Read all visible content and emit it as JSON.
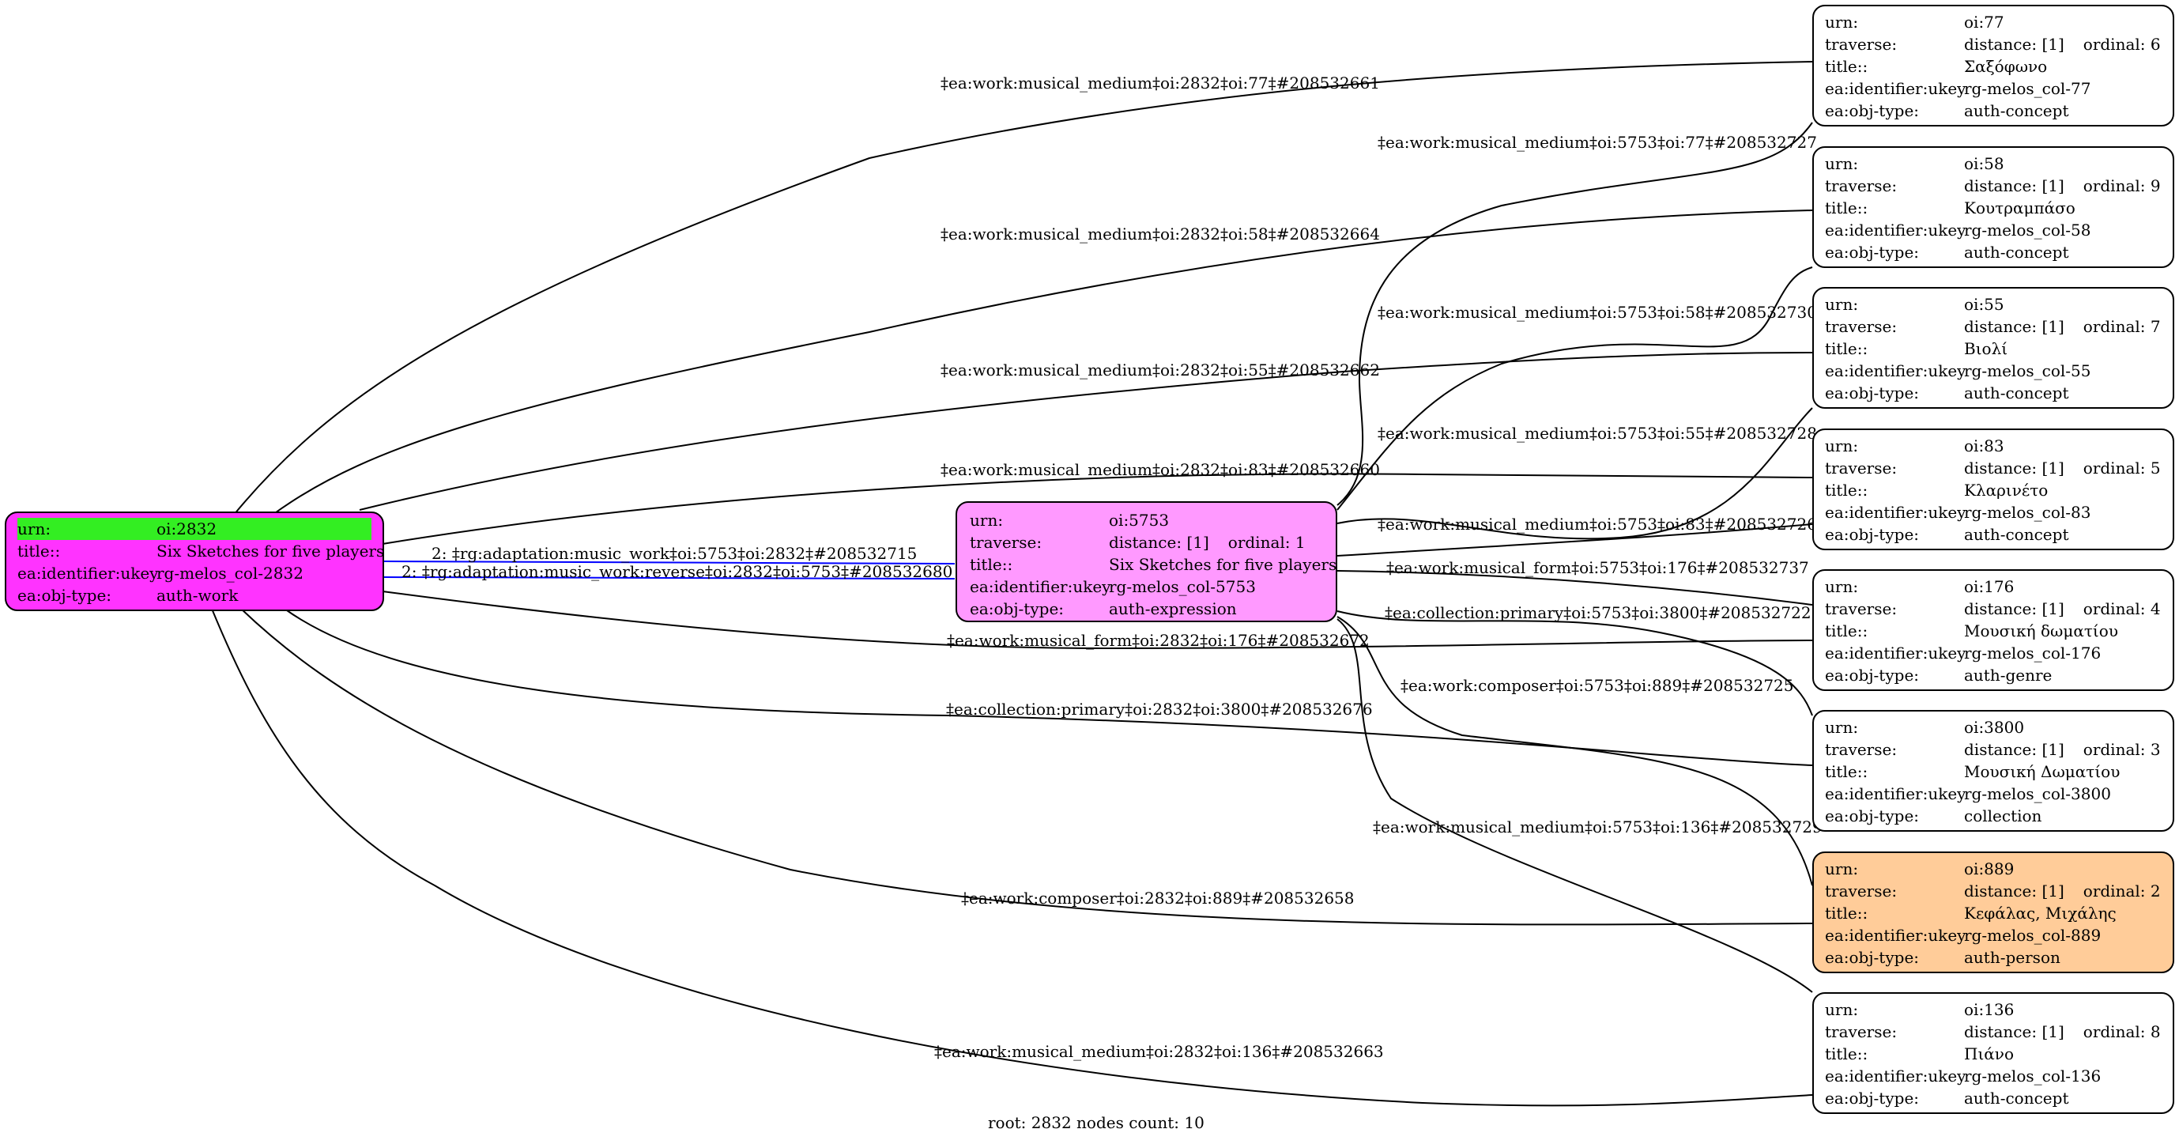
{
  "root_node": {
    "urn_label": "urn:",
    "urn": "oi:2832",
    "title_label": "title::",
    "title": "Six Sketches for five players",
    "ukey_label": "ea:identifier:ukey",
    "ukey": "rg-melos_col-2832",
    "type_label": "ea:obj-type:",
    "type": "auth-work",
    "color": "#ff33ff",
    "highlight": "#33ee22"
  },
  "expression_node": {
    "urn_label": "urn:",
    "urn": "oi:5753",
    "traverse_label": "traverse:",
    "distance": "distance: [1]",
    "ordinal": "ordinal: 1",
    "title_label": "title::",
    "title": "Six Sketches for five players",
    "ukey_label": "ea:identifier:ukey",
    "ukey": "rg-melos_col-5753",
    "type_label": "ea:obj-type:",
    "type": "auth-expression",
    "color": "#ff99ff"
  },
  "nodes": [
    {
      "urn_label": "urn:",
      "urn": "oi:77",
      "traverse_label": "traverse:",
      "distance": "distance: [1]",
      "ordinal": "ordinal: 6",
      "title_label": "title::",
      "title": "Σαξόφωνο",
      "ukey_label": "ea:identifier:ukey",
      "ukey": "rg-melos_col-77",
      "type_label": "ea:obj-type:",
      "type": "auth-concept"
    },
    {
      "urn_label": "urn:",
      "urn": "oi:58",
      "traverse_label": "traverse:",
      "distance": "distance: [1]",
      "ordinal": "ordinal: 9",
      "title_label": "title::",
      "title": "Κουτραμπάσο",
      "ukey_label": "ea:identifier:ukey",
      "ukey": "rg-melos_col-58",
      "type_label": "ea:obj-type:",
      "type": "auth-concept"
    },
    {
      "urn_label": "urn:",
      "urn": "oi:55",
      "traverse_label": "traverse:",
      "distance": "distance: [1]",
      "ordinal": "ordinal: 7",
      "title_label": "title::",
      "title": "Βιολί",
      "ukey_label": "ea:identifier:ukey",
      "ukey": "rg-melos_col-55",
      "type_label": "ea:obj-type:",
      "type": "auth-concept"
    },
    {
      "urn_label": "urn:",
      "urn": "oi:83",
      "traverse_label": "traverse:",
      "distance": "distance: [1]",
      "ordinal": "ordinal: 5",
      "title_label": "title::",
      "title": "Κλαρινέτο",
      "ukey_label": "ea:identifier:ukey",
      "ukey": "rg-melos_col-83",
      "type_label": "ea:obj-type:",
      "type": "auth-concept"
    },
    {
      "urn_label": "urn:",
      "urn": "oi:176",
      "traverse_label": "traverse:",
      "distance": "distance: [1]",
      "ordinal": "ordinal: 4",
      "title_label": "title::",
      "title": "Μουσική δωματίου",
      "ukey_label": "ea:identifier:ukey",
      "ukey": "rg-melos_col-176",
      "type_label": "ea:obj-type:",
      "type": "auth-genre"
    },
    {
      "urn_label": "urn:",
      "urn": "oi:3800",
      "traverse_label": "traverse:",
      "distance": "distance: [1]",
      "ordinal": "ordinal: 3",
      "title_label": "title::",
      "title": "Μουσική Δωματίου",
      "ukey_label": "ea:identifier:ukey",
      "ukey": "rg-melos_col-3800",
      "type_label": "ea:obj-type:",
      "type": "collection"
    },
    {
      "urn_label": "urn:",
      "urn": "oi:889",
      "traverse_label": "traverse:",
      "distance": "distance: [1]",
      "ordinal": "ordinal: 2",
      "title_label": "title::",
      "title": "Κεφάλας, Μιχάλης",
      "ukey_label": "ea:identifier:ukey",
      "ukey": "rg-melos_col-889",
      "type_label": "ea:obj-type:",
      "type": "auth-person",
      "color": "#ffcc99"
    },
    {
      "urn_label": "urn:",
      "urn": "oi:136",
      "traverse_label": "traverse:",
      "distance": "distance: [1]",
      "ordinal": "ordinal: 8",
      "title_label": "title::",
      "title": "Πιάνο",
      "ukey_label": "ea:identifier:ukey",
      "ukey": "rg-melos_col-136",
      "type_label": "ea:obj-type:",
      "type": "auth-concept"
    }
  ],
  "edges": [
    {
      "label": "‡ea:work:musical_medium‡oi:2832‡oi:77‡#208532661",
      "color": "#000000"
    },
    {
      "label": "‡ea:work:musical_medium‡oi:2832‡oi:58‡#208532664",
      "color": "#000000"
    },
    {
      "label": "‡ea:work:musical_medium‡oi:2832‡oi:55‡#208532662",
      "color": "#000000"
    },
    {
      "label": "‡ea:work:musical_medium‡oi:2832‡oi:83‡#208532660",
      "color": "#000000"
    },
    {
      "label": "‡ea:work:musical_form‡oi:2832‡oi:176‡#208532672",
      "color": "#000000"
    },
    {
      "label": "‡ea:collection:primary‡oi:2832‡oi:3800‡#208532676",
      "color": "#000000"
    },
    {
      "label": "‡ea:work:composer‡oi:2832‡oi:889‡#208532658",
      "color": "#000000"
    },
    {
      "label": "‡ea:work:musical_medium‡oi:2832‡oi:136‡#208532663",
      "color": "#000000"
    },
    {
      "label": "2: ‡rg:adaptation:music_work‡oi:5753‡oi:2832‡#208532715",
      "color": "#0000ff"
    },
    {
      "label": "2: ‡rg:adaptation:music_work:reverse‡oi:2832‡oi:5753‡#208532680",
      "color": "#0000ff"
    },
    {
      "label": "‡ea:work:musical_medium‡oi:5753‡oi:77‡#208532727",
      "color": "#000000"
    },
    {
      "label": "‡ea:work:musical_medium‡oi:5753‡oi:58‡#208532730",
      "color": "#000000"
    },
    {
      "label": "‡ea:work:musical_medium‡oi:5753‡oi:55‡#208532728",
      "color": "#000000"
    },
    {
      "label": "‡ea:work:musical_medium‡oi:5753‡oi:83‡#208532726",
      "color": "#000000"
    },
    {
      "label": "‡ea:work:musical_form‡oi:5753‡oi:176‡#208532737",
      "color": "#000000"
    },
    {
      "label": "‡ea:collection:primary‡oi:5753‡oi:3800‡#208532722",
      "color": "#000000"
    },
    {
      "label": "‡ea:work:composer‡oi:5753‡oi:889‡#208532725",
      "color": "#000000"
    },
    {
      "label": "‡ea:work:musical_medium‡oi:5753‡oi:136‡#208532729",
      "color": "#000000"
    }
  ],
  "footer": "root: 2832 nodes count: 10"
}
